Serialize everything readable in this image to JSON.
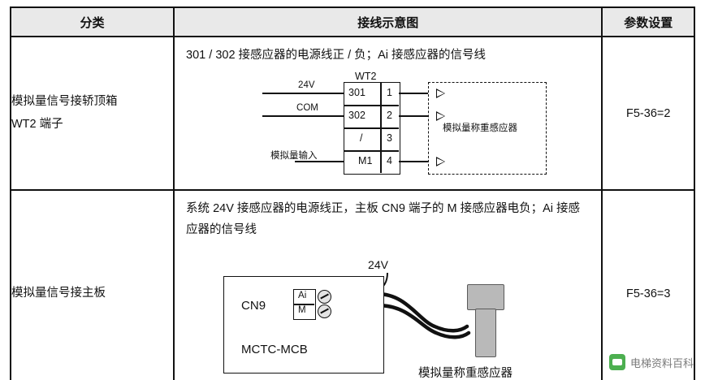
{
  "table": {
    "headers": [
      "分类",
      "接线示意图",
      "参数设置"
    ],
    "rows": [
      {
        "category": [
          "模拟量信号接轿顶箱",
          "WT2 端子"
        ],
        "description": "301 / 302 接感应器的电源线正 / 负；Ai 接感应器的信号线",
        "param": "F5-36=2",
        "diagram": {
          "connector_label": "WT2",
          "left_labels": [
            "24V",
            "COM",
            "",
            "模拟量输入"
          ],
          "terminal_left": [
            "301",
            "302",
            "/",
            "M1"
          ],
          "terminal_right": [
            "1",
            "2",
            "3",
            "4"
          ],
          "dashed_note": "模拟量称重感应器"
        }
      },
      {
        "category": [
          "模拟量信号接主板"
        ],
        "description": "系统 24V 接感应器的电源线正，主板 CN9 端子的 M 接感应器电负；Ai 接感应器的信号线",
        "param": "F5-36=3",
        "diagram": {
          "supply_label": "24V",
          "board_connector": "CN9",
          "board_name": "MCTC-MCB",
          "pins": [
            "Ai",
            "M"
          ],
          "caption": "模拟量称重感应器"
        }
      }
    ]
  },
  "watermark": {
    "text": "电梯资料百科"
  }
}
